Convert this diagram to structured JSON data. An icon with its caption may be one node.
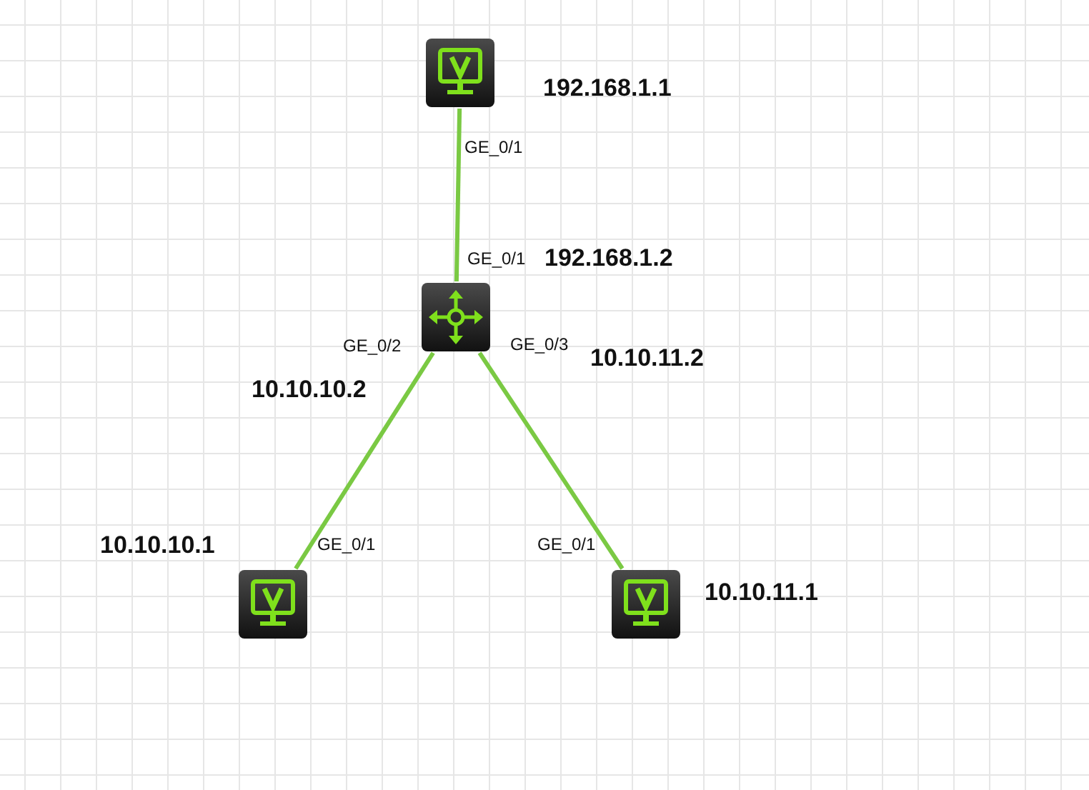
{
  "diagram": {
    "nodes": [
      {
        "text": [],
        "shape": "picture",
        "beside": [
          "192.168.1.1"
        ]
      },
      {
        "text": [],
        "shape": "picture"
      },
      {
        "text": [],
        "shape": "picture",
        "beside": [
          "10.10.10.1"
        ]
      },
      {
        "text": [],
        "shape": "picture",
        "beside": [
          "10.10.11.1"
        ]
      }
    ],
    "edges": [
      {
        "from": 0,
        "to": 1,
        "arrow": "none"
      },
      {
        "from": 1,
        "to": 2,
        "arrow": "none"
      },
      {
        "from": 1,
        "to": 3,
        "arrow": "none"
      }
    ],
    "labels": [
      "GE_0/1",
      "GE_0/1",
      "192.168.1.2",
      "GE_0/2",
      "GE_0/3",
      "10.10.11.2",
      "10.10.10.2",
      "GE_0/1",
      "GE_0/1"
    ]
  }
}
